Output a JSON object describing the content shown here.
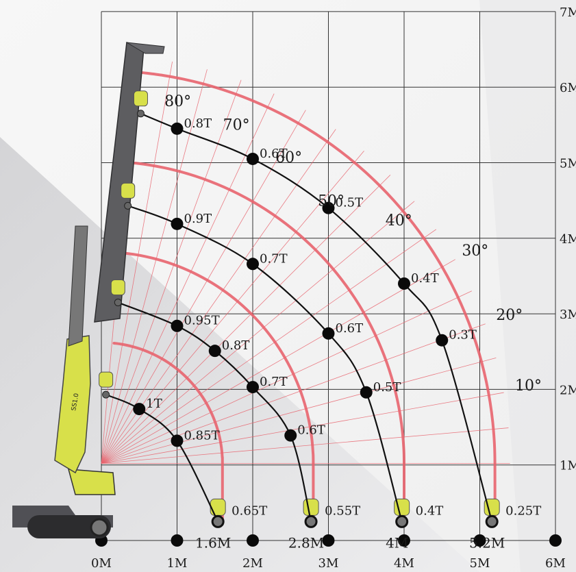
{
  "chart_data": {
    "type": "scatter",
    "title": "",
    "xlabel": "",
    "ylabel": "",
    "xlim": [
      0,
      6
    ],
    "ylim": [
      0,
      7
    ],
    "grid": true,
    "x_ticks": [
      "0M",
      "1M",
      "2M",
      "3M",
      "4M",
      "5M",
      "6M"
    ],
    "y_ticks": [
      "1M",
      "2M",
      "3M",
      "4M",
      "5M",
      "6M",
      "7M"
    ],
    "angles": [
      "10°",
      "20°",
      "30°",
      "40°",
      "50°",
      "60°",
      "70°",
      "80°"
    ],
    "colors": {
      "arc": "#e8646e",
      "curve": "#111111",
      "boom": "#5d5d60",
      "base": "#d8e04a",
      "grid": "#333333"
    },
    "series": [
      {
        "reach_label": "1.6M",
        "tip_load": "0.65T",
        "points": [
          {
            "x": 0.06,
            "y": 1.93,
            "label": ""
          },
          {
            "x": 0.5,
            "y": 1.74,
            "label": "1T"
          },
          {
            "x": 1.0,
            "y": 1.32,
            "label": "0.85T"
          },
          {
            "x": 1.54,
            "y": 0.25,
            "label": ""
          }
        ]
      },
      {
        "reach_label": "2.8M",
        "tip_load": "0.55T",
        "points": [
          {
            "x": 0.22,
            "y": 3.15,
            "label": ""
          },
          {
            "x": 1.0,
            "y": 2.84,
            "label": "0.95T"
          },
          {
            "x": 1.5,
            "y": 2.51,
            "label": "0.8T"
          },
          {
            "x": 2.0,
            "y": 2.03,
            "label": "0.7T"
          },
          {
            "x": 2.5,
            "y": 1.39,
            "label": "0.6T"
          },
          {
            "x": 2.77,
            "y": 0.25,
            "label": ""
          }
        ]
      },
      {
        "reach_label": "4M",
        "tip_load": "0.4T",
        "points": [
          {
            "x": 0.35,
            "y": 4.43,
            "label": ""
          },
          {
            "x": 1.0,
            "y": 4.19,
            "label": "0.9T"
          },
          {
            "x": 2.0,
            "y": 3.66,
            "label": "0.7T"
          },
          {
            "x": 3.0,
            "y": 2.74,
            "label": "0.6T"
          },
          {
            "x": 3.5,
            "y": 1.96,
            "label": "0.5T"
          },
          {
            "x": 3.97,
            "y": 0.25,
            "label": ""
          }
        ]
      },
      {
        "reach_label": "5.2M",
        "tip_load": "0.25T",
        "points": [
          {
            "x": 0.52,
            "y": 5.65,
            "label": ""
          },
          {
            "x": 1.0,
            "y": 5.45,
            "label": "0.8T"
          },
          {
            "x": 2.0,
            "y": 5.05,
            "label": "0.6T"
          },
          {
            "x": 3.0,
            "y": 4.4,
            "label": "0.5T"
          },
          {
            "x": 4.0,
            "y": 3.4,
            "label": "0.4T"
          },
          {
            "x": 4.5,
            "y": 2.65,
            "label": "0.3T"
          },
          {
            "x": 5.16,
            "y": 0.25,
            "label": ""
          }
        ]
      }
    ]
  }
}
